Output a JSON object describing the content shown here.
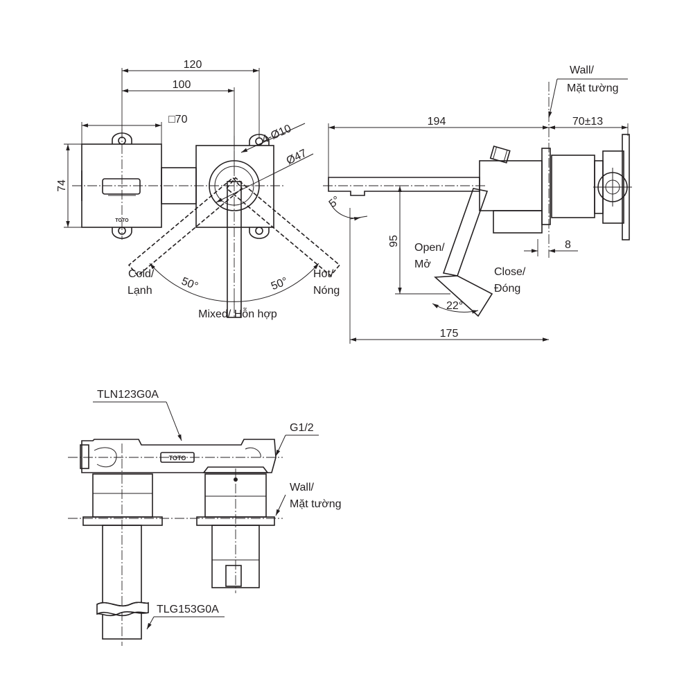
{
  "front_view": {
    "dim_120": "120",
    "dim_100": "100",
    "dim_square_70": "□70",
    "dim_holes": "4-Ø10",
    "dim_diameter_47": "Ø47",
    "dim_74": "74",
    "label_cold_en": "Cold/",
    "label_cold_vi": "Lạnh",
    "label_hot_en": "Hot/",
    "label_hot_vi": "Nóng",
    "angle_left": "50°",
    "angle_right": "50°",
    "label_mixed": "Mixed/ Hỗn hợp",
    "brand_mark": "TOTO"
  },
  "side_view": {
    "label_wall_en": "Wall/",
    "label_wall_vi": "Mặt tường",
    "dim_194": "194",
    "dim_70_13": "70±13",
    "dim_5deg": "5°",
    "dim_95": "95",
    "label_open_en": "Open/",
    "label_open_vi": "Mở",
    "label_close_en": "Close/",
    "label_close_vi": "Đóng",
    "dim_22deg": "22°",
    "dim_8": "8",
    "dim_175": "175"
  },
  "section_view": {
    "part_valve": "TLN123G0A",
    "thread": "G1/2",
    "label_wall_en": "Wall/",
    "label_wall_vi": "Mặt tường",
    "part_spout": "TLG153G0A",
    "brand_mark": "TOTO"
  }
}
